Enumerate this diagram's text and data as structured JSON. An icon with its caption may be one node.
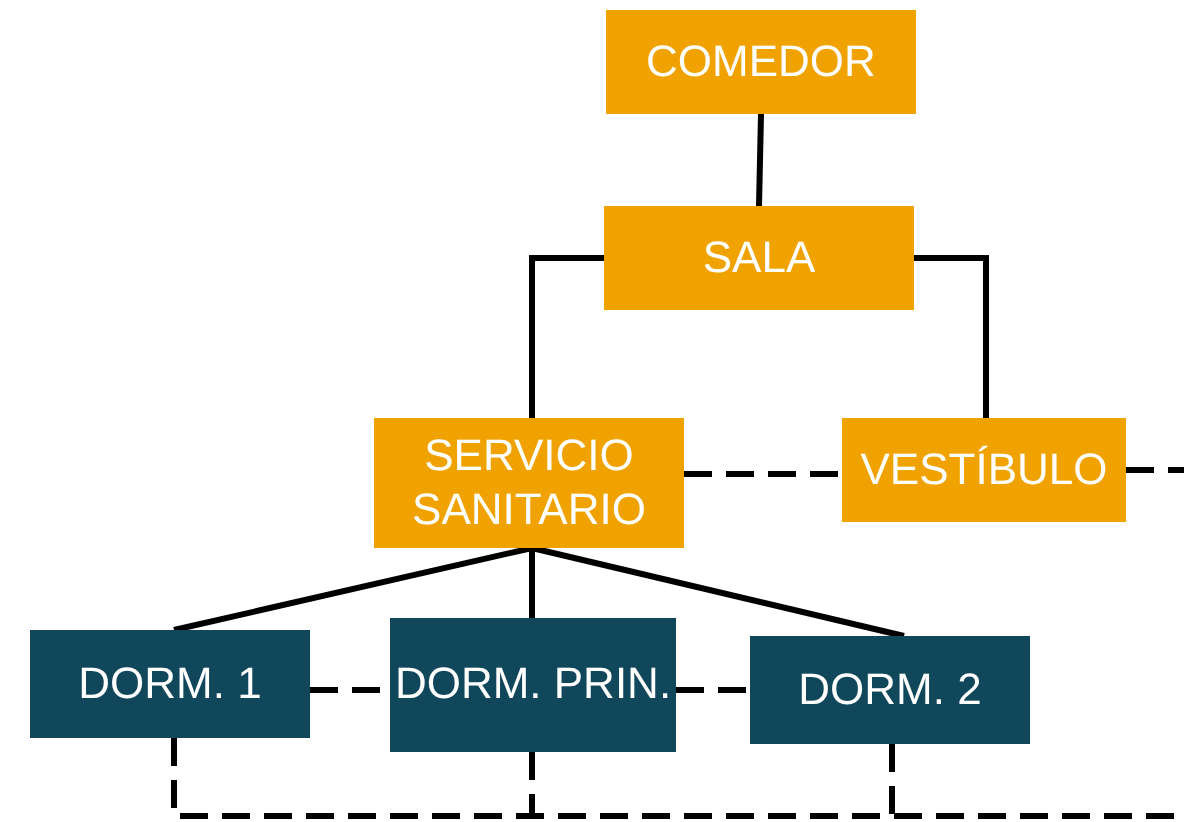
{
  "diagram": {
    "nodes": [
      {
        "text": [
          "COMEDOR"
        ]
      },
      {
        "text": [
          "SALA"
        ]
      },
      {
        "text": [
          "SERVICIO SANITARIO"
        ]
      },
      {
        "text": [
          "VESTÍBULO"
        ]
      },
      {
        "text": [
          "DORM. 1"
        ]
      },
      {
        "text": [
          "DORM. PRIN."
        ]
      },
      {
        "text": [
          "DORM. 2"
        ]
      }
    ],
    "edges": [
      {
        "from": 0,
        "to": 1,
        "arrow": "none"
      },
      {
        "from": 1,
        "to": 2,
        "arrow": "none"
      },
      {
        "from": 1,
        "to": 3,
        "arrow": "none"
      },
      {
        "from": 2,
        "to": 3,
        "arrow": "none",
        "style": "dashed"
      },
      {
        "from": 3,
        "to": null,
        "arrow": "none",
        "style": "dashed"
      },
      {
        "from": 2,
        "to": 4,
        "arrow": "none"
      },
      {
        "from": 2,
        "to": 5,
        "arrow": "none"
      },
      {
        "from": 2,
        "to": 6,
        "arrow": "none"
      },
      {
        "from": 4,
        "to": 5,
        "arrow": "none",
        "style": "dashed"
      },
      {
        "from": 5,
        "to": 6,
        "arrow": "none",
        "style": "dashed"
      },
      {
        "from": 4,
        "to": null,
        "arrow": "none",
        "style": "dashed"
      },
      {
        "from": 5,
        "to": null,
        "arrow": "none",
        "style": "dashed"
      },
      {
        "from": 6,
        "to": null,
        "arrow": "none",
        "style": "dashed"
      }
    ]
  }
}
